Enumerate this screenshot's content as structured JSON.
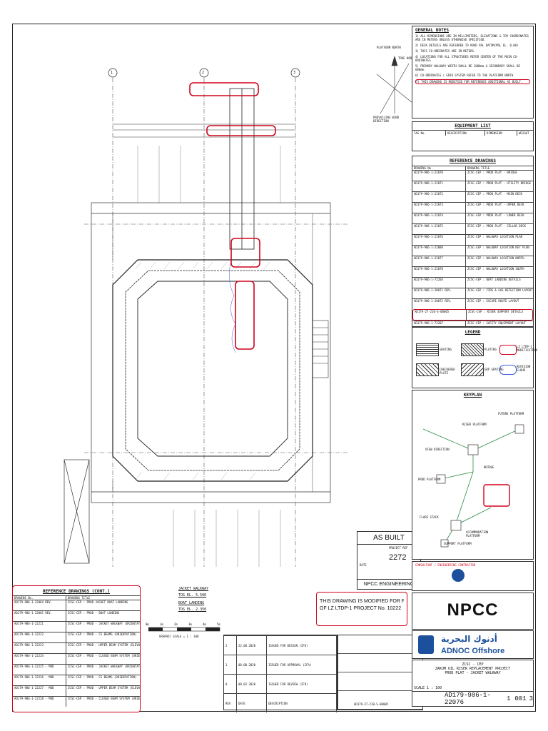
{
  "general_notes": {
    "title": "GENERAL NOTES",
    "items": [
      "1) ALL DIMENSIONS ARE IN MILLIMETERS, ELEVATIONS & TOP COORDINATES ARE IN METERS UNLESS OTHERWISE SPECIFIED.",
      "2) DECK DETAILS ARE REFERRED TO ROAD PAL DATUM(MSL EL. 0.00)",
      "3) THIS CO-ORDINATES ARE IN METERS.",
      "4) LOCATIONS FOR ALL STRUCTURES REFER CENTER OF THE MAIN CO-ORDINATES",
      "5) PRIMARY WALKWAY WIDTH SHALL BE 1000mm & SECONDARY SHALL BE 600mm.",
      "6) CO-ORDINATES / GRID SYSTEM REFER TO THE PLATFORM NORTH",
      "7) THIS DRAWING IS MODIFIED FOR REFERENCE ADDITIONAL AS BUILT."
    ]
  },
  "north_labels": {
    "platform_north": "PLATFORM NORTH",
    "true_north": "TRUE NORTH",
    "prevailing_wind": "PREVAILING WIND DIRECTION"
  },
  "grid_labels": [
    "1",
    "2",
    "3"
  ],
  "equipment_list": {
    "title": "EQUIPMENT LIST",
    "columns": [
      "TAG No.",
      "DESCRIPTION",
      "DIMENSION",
      "WEIGHT"
    ]
  },
  "reference_drawings": {
    "title": "REFERENCE DRAWINGS",
    "columns": [
      "DRAWING No.",
      "DRAWING TITLE"
    ],
    "rows": [
      [
        "AD179-986-1-22070",
        "ZCSC-CEP : PROD PLAT - BRIDGE"
      ],
      [
        "AD179-986-1-22071",
        "ZCSC-CEP : PROD PLAT - UTILITY BRIDGE"
      ],
      [
        "AD179-986-1-22072",
        "ZCSC-CEP : PROD PLAT - MAIN DECK"
      ],
      [
        "AD179-986-1-22073",
        "ZCSC-CEP : PROD PLAT - UPPER DECK"
      ],
      [
        "AD179-986-1-22074",
        "ZCSC-CEP : PROD PLAT - LOWER DECK"
      ],
      [
        "AD179-986-1-22075",
        "ZCSC-CEP : PROD PLAT - CELLAR DECK"
      ],
      [
        "AD179-986-1-22076",
        "ZCSC-CEP : WALKWAY LOCATION PLAN"
      ],
      [
        "AD179-986-1-22080",
        "ZCSC-CEP : WALKWAY LOCATION KEY PLAN"
      ],
      [
        "AD179-986-1-22077",
        "ZCSC-CEP : WALKWAY LOCATION NORTH"
      ],
      [
        "AD179-986-1-22078",
        "ZCSC-CEP : WALKWAY LOCATION SOUTH"
      ],
      [
        "AD179-986-1-72204",
        "ZCSC-CEP : BOAT LANDING DETAILS"
      ],
      [
        "AD179-986-1-20071 REV.",
        "ZCSC-CEP : FIRE & GAS DETECTION LAYOUT"
      ],
      [
        "AD179-986-1-20072 REV.",
        "ZCSC-CEP : ESCAPE ROUTE LAYOUT"
      ],
      [
        "AD179-27-210-S-00005",
        "ZCSC-CEP : RISER SUPPORT DETAILS"
      ],
      [
        "AD179-986-1-72207",
        "ZCSC-CEP : SAFETY EQUIPMENT LAYOUT"
      ]
    ]
  },
  "legend": {
    "title": "LEGEND",
    "items": [
      "GRATING",
      "PLATING",
      "CHECKERED PLATE",
      "GRP GRATING",
      "LZ LTDP-1 MODIFICATION",
      "REVISION CLOUD"
    ]
  },
  "keyplan": {
    "title": "KEYPLAN",
    "labels": [
      "VIEW DIRECTION",
      "FUTURE PLATFORM",
      "RISER PLATFORM",
      "BRIDGE",
      "PROD PLATFORM",
      "ACCOMMODATION PLATFORM",
      "FLARE STACK",
      "SUPPORT PLATFORM"
    ]
  },
  "plan_labels": {
    "jacket_walkway": "JACKET WALKWAY",
    "tos_upper": "TOS EL. 5.500",
    "boat_landing": "BOAT LANDING",
    "tos_lower": "TOS EL. 2.350",
    "scale_caption": "GRAPHIC SCALE = 1 : 100",
    "scale_ticks": [
      "0m",
      "1m",
      "2m",
      "3m",
      "4m",
      "5m"
    ]
  },
  "as_built": {
    "title": "AS BUILT",
    "project_ref_label": "PROJECT REF",
    "project_ref": "2272",
    "date_label": "DATE",
    "company": "NPCC ENGINEERING"
  },
  "modified_note": {
    "line1": "THIS DRAWING IS MODIFIED FOR FEED",
    "line2": "OF LZ LTDP-1 PROJECT No. 10222"
  },
  "reference_drawings_cont": {
    "title": "REFERENCE DRAWINGS (CONT.)",
    "columns": [
      "DRAWING No.",
      "DRAWING TITLE"
    ],
    "rows": [
      [
        "AD179-986-1-22064 REV.",
        "ZCSC-CEP : PROD JACKET BOAT LANDING"
      ],
      [
        "AD179-986-1-22065 REV.",
        "ZCSC-CEP : PROD - BOAT LANDING"
      ],
      [
        "AD179-986-1-22221",
        "ZCSC-CEP : PROD - JACKET WALKWAY (ORIENTATION)"
      ],
      [
        "AD179-986-1-22222",
        "ZCSC-CEP : PROD - CS BEAMS (ORIENTATION)"
      ],
      [
        "AD179-986-1-22223",
        "ZCSC-CEP : PROD - UPPER BEAM SYSTEM (ELEVATION)"
      ],
      [
        "AD179-986-1-22224",
        "ZCSC-CEP : PROD - CLOSED BEAM SYSTEM (ORIENTATION)"
      ],
      [
        "AD179-986-1-22225 - MOD",
        "ZCSC-CEP : PROD - JACKET WALKWAY (ORIENTATION)"
      ],
      [
        "AD179-986-1-22226 - MOD",
        "ZCSC-CEP : PROD - CS BEAMS (ORIENTATION)"
      ],
      [
        "AD179-986-1-22227 - MOD",
        "ZCSC-CEP : PROD - UPPER BEAM SYSTEM (ELEVATION)"
      ],
      [
        "AD179-986-1-22228 - MOD",
        "ZCSC-CEP : PROD - CLOSED BEAM SYSTEM (ORIENTATION)"
      ]
    ]
  },
  "revisions": {
    "rows": [
      [
        "2",
        "22.08.2020",
        "ISSUED FOR DESIGN (IFD)"
      ],
      [
        "1",
        "08.08.2020",
        "ISSUED FOR APPROVAL (IFA)"
      ],
      [
        "0",
        "08.02.2020",
        "ISSUED FOR REVIEW (IFR)"
      ],
      [
        "REV",
        "DATE",
        "DESCRIPTION"
      ]
    ]
  },
  "title_block": {
    "consultant_label": "CONSULTANT / ENGINEERING CONTRACTOR",
    "npcc_logo": "NPCC",
    "adnoc_logo": "ADNOC Offshore",
    "adnoc_arabic": "أدنوك البحرية",
    "project_line1": "ZCSC - CEP",
    "project_line2": "ZAKUM OIL RISER REPLACEMENT PROJECT",
    "project_line3": "PROD PLAT - JACKET WALKWAY",
    "drawing_number": "AD179-986-1-22076",
    "sheet": "1",
    "rev": "001",
    "rev_num": "3",
    "scale": "SCALE 1 : 100",
    "doc_number": "AD179-27-210-S-00005"
  },
  "colors": {
    "markup_red": "#d0021b",
    "cloud_blue": "#3b5bdb",
    "keyplan_green": "#2b8a3e"
  }
}
